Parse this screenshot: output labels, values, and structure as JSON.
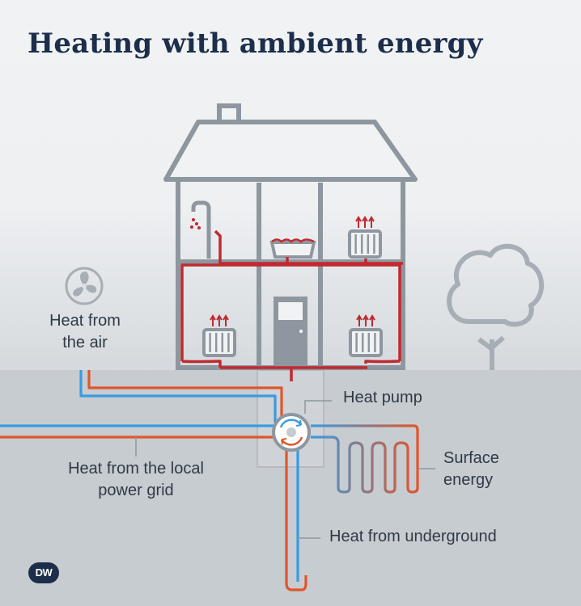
{
  "title": "Heating with ambient energy",
  "labels": {
    "air": [
      "Heat from",
      "the air"
    ],
    "heat_pump": "Heat pump",
    "grid": [
      "Heat from the local",
      "power grid"
    ],
    "surface": [
      "Surface",
      "energy"
    ],
    "underground": "Heat from underground"
  },
  "logo": "DW",
  "colors": {
    "title": "#1c2e4a",
    "house_outline": "#8e979f",
    "heating_pipe": "#c02a2f",
    "warm_pipe": "#e0562a",
    "cold_pipe": "#3a9be0",
    "ground": "#c7ccd1",
    "sky": "#f0f2f4"
  },
  "icons": [
    "fan-icon",
    "shower-icon",
    "radiator-icon",
    "bathtub-icon",
    "door-icon",
    "tree-icon",
    "heat-pump-icon",
    "dw-logo-icon"
  ]
}
